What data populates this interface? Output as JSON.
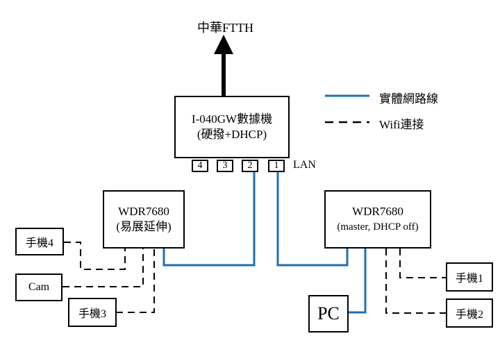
{
  "title": "中華FTTH",
  "legend": {
    "wired_label": "實體網路線",
    "wifi_label": "Wifi連接",
    "wired_color": "#1f6fb2",
    "wifi_color": "#000000"
  },
  "gateway": {
    "line1": "I-040GW數據機",
    "line2": "(硬撥+DHCP)",
    "ports": [
      "4",
      "3",
      "2",
      "1"
    ],
    "lan_label": "LAN"
  },
  "router_left": {
    "line1": "WDR7680",
    "line2": "(易展延伸)"
  },
  "router_right": {
    "line1": "WDR7680",
    "line2": "(master, DHCP off)"
  },
  "devices": {
    "phone4": "手機4",
    "cam": "Cam",
    "phone3": "手機3",
    "pc": "PC",
    "phone1": "手機1",
    "phone2": "手機2"
  }
}
